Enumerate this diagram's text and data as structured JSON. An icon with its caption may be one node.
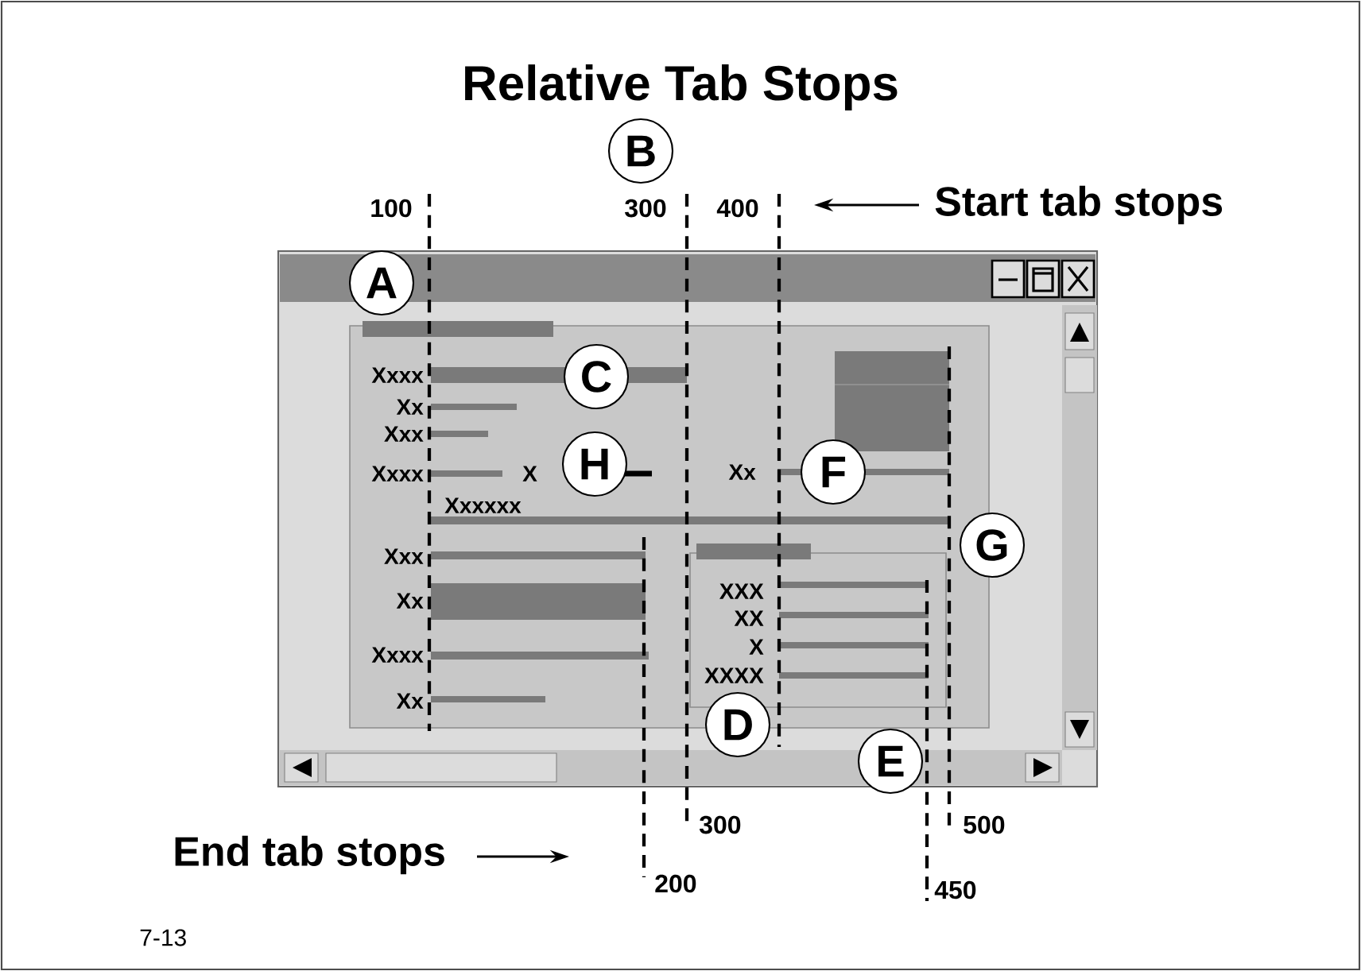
{
  "diagram": {
    "title": "Relative Tab Stops",
    "nodes": [
      {
        "text": [
          "B"
        ]
      },
      {
        "text": [
          "A"
        ]
      },
      {
        "text": [
          "C"
        ]
      },
      {
        "text": [
          "H"
        ]
      },
      {
        "text": [
          "F"
        ]
      },
      {
        "text": [
          "G"
        ]
      },
      {
        "text": [
          "D"
        ]
      },
      {
        "text": [
          "E"
        ]
      }
    ],
    "labels": [
      "100",
      "300",
      "400",
      "Start tab stops",
      "Xxxx",
      "Xx",
      "Xxx",
      "Xxxx",
      "X",
      "Xx",
      "Xxxxxx",
      "Xxx",
      "XXX",
      "Xx",
      "XX",
      "X",
      "Xxxx",
      "XXXX",
      "Xx",
      "300",
      "500",
      "End tab stops",
      "200",
      "450",
      "7-13"
    ]
  }
}
